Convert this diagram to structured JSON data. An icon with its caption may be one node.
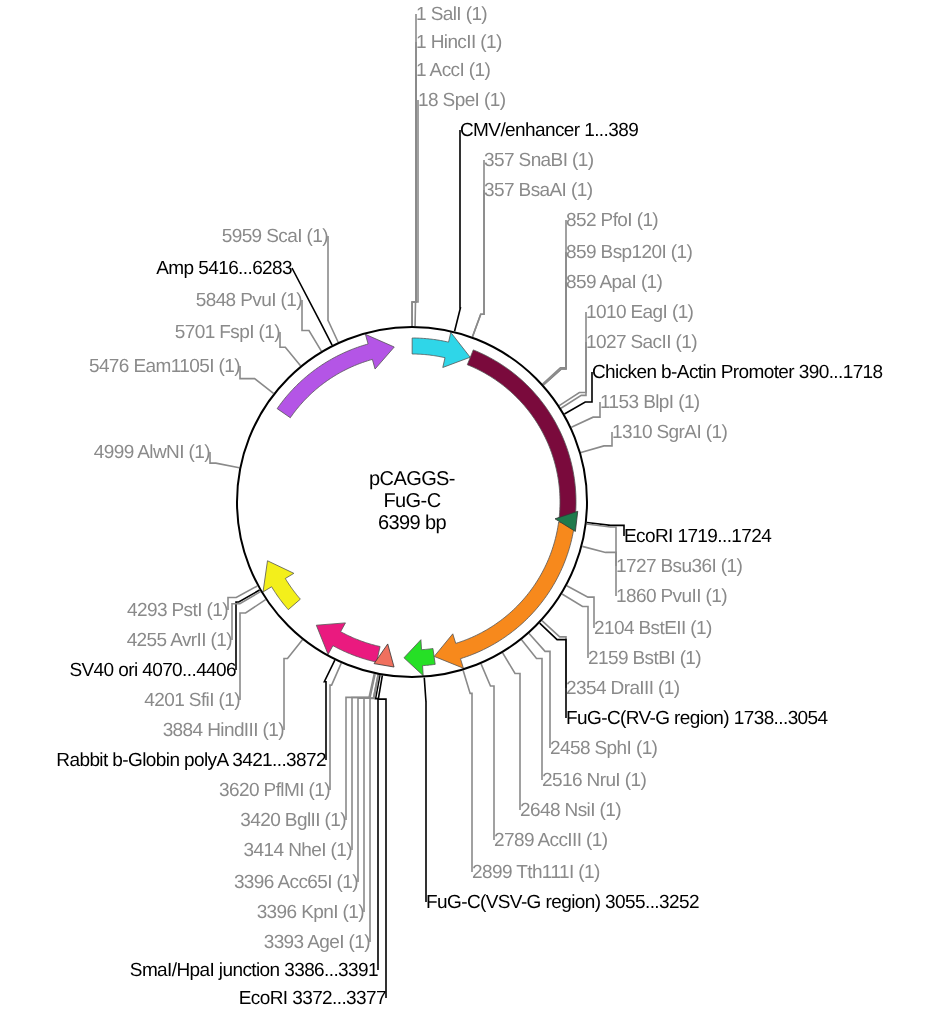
{
  "diagram": {
    "nodes": [
      {
        "text": [
          "pCAGGS-FuG-C",
          "6399 bp"
        ]
      },
      {
        "text": [
          "1 SalI (1)"
        ]
      },
      {
        "text": [
          "1 HincII (1)"
        ]
      },
      {
        "text": [
          "1 AccI (1)"
        ]
      },
      {
        "text": [
          "18 SpeI (1)"
        ]
      },
      {
        "text": [
          "CMV/enhancer 1...389"
        ]
      },
      {
        "text": [
          "357 SnaBI (1)"
        ]
      },
      {
        "text": [
          "357 BsaAI (1)"
        ]
      },
      {
        "text": [
          "852 PfoI (1)"
        ]
      },
      {
        "text": [
          "859 Bsp120I (1)"
        ]
      },
      {
        "text": [
          "859 ApaI (1)"
        ]
      },
      {
        "text": [
          "1010 EagI (1)"
        ]
      },
      {
        "text": [
          "1027 SacII (1)"
        ]
      },
      {
        "text": [
          "Chicken b-Actin Promoter 390...1718"
        ]
      },
      {
        "text": [
          "1153 BlpI (1)"
        ]
      },
      {
        "text": [
          "1310 SgrAI (1)"
        ]
      },
      {
        "text": [
          "EcoRI 1719...1724"
        ]
      },
      {
        "text": [
          "1727 Bsu36I (1)"
        ]
      },
      {
        "text": [
          "1860 PvuII (1)"
        ]
      },
      {
        "text": [
          "2104 BstEII (1)"
        ]
      },
      {
        "text": [
          "2159 BstBI (1)"
        ]
      },
      {
        "text": [
          "2354 DraIII (1)"
        ]
      },
      {
        "text": [
          "FuG-C(RV-G region) 1738...3054"
        ]
      },
      {
        "text": [
          "2458 SphI (1)"
        ]
      },
      {
        "text": [
          "2516 NruI (1)"
        ]
      },
      {
        "text": [
          "2648 NsiI (1)"
        ]
      },
      {
        "text": [
          "2789 AccIII (1)"
        ]
      },
      {
        "text": [
          "2899 Tth111I (1)"
        ]
      },
      {
        "text": [
          "FuG-C(VSV-G region) 3055...3252"
        ]
      },
      {
        "text": [
          "EcoRI 3372...3377"
        ]
      },
      {
        "text": [
          "SmaI/HpaI junction 3386...3391"
        ]
      },
      {
        "text": [
          "3393 AgeI (1)"
        ]
      },
      {
        "text": [
          "3396 KpnI (1)"
        ]
      },
      {
        "text": [
          "3396 Acc65I (1)"
        ]
      },
      {
        "text": [
          "3414 NheI (1)"
        ]
      },
      {
        "text": [
          "3420 BglII (1)"
        ]
      },
      {
        "text": [
          "3620 PflMI (1)"
        ]
      },
      {
        "text": [
          "Rabbit b-Globin polyA 3421...3872"
        ]
      },
      {
        "text": [
          "3884 HindIII (1)"
        ]
      },
      {
        "text": [
          "4201 SfiI (1)"
        ]
      },
      {
        "text": [
          "SV40 ori 4070...4406"
        ]
      },
      {
        "text": [
          "4255 AvrII (1)"
        ]
      },
      {
        "text": [
          "4293 PstI (1)"
        ]
      },
      {
        "text": [
          "4999 AlwNI (1)"
        ]
      },
      {
        "text": [
          "5476 Eam1105I (1)"
        ]
      },
      {
        "text": [
          "5701 FspI (1)"
        ]
      },
      {
        "text": [
          "5848 PvuI (1)"
        ]
      },
      {
        "text": [
          "Amp 5416...6283"
        ]
      },
      {
        "text": [
          "5959 ScaI (1)"
        ]
      }
    ],
    "edges": [
      {
        "from": 1,
        "to": 0,
        "arrow": "none"
      },
      {
        "from": 2,
        "to": 0,
        "arrow": "none"
      },
      {
        "from": 3,
        "to": 0,
        "arrow": "none"
      },
      {
        "from": 4,
        "to": 0,
        "arrow": "none"
      },
      {
        "from": 5,
        "to": 0,
        "arrow": "none",
        "color": "#000000"
      },
      {
        "from": 6,
        "to": 0,
        "arrow": "none"
      },
      {
        "from": 7,
        "to": 0,
        "arrow": "none"
      },
      {
        "from": 8,
        "to": 0,
        "arrow": "none"
      },
      {
        "from": 9,
        "to": 0,
        "arrow": "none"
      },
      {
        "from": 10,
        "to": 0,
        "arrow": "none"
      },
      {
        "from": 11,
        "to": 0,
        "arrow": "none"
      },
      {
        "from": 12,
        "to": 0,
        "arrow": "none"
      },
      {
        "from": 13,
        "to": 0,
        "arrow": "none",
        "color": "#000000"
      },
      {
        "from": 14,
        "to": 0,
        "arrow": "none"
      },
      {
        "from": 15,
        "to": 0,
        "arrow": "none"
      },
      {
        "from": 16,
        "to": 0,
        "arrow": "none",
        "color": "#000000"
      },
      {
        "from": 17,
        "to": 0,
        "arrow": "none"
      },
      {
        "from": 18,
        "to": 0,
        "arrow": "none"
      },
      {
        "from": 19,
        "to": 0,
        "arrow": "none"
      },
      {
        "from": 20,
        "to": 0,
        "arrow": "none"
      },
      {
        "from": 21,
        "to": 0,
        "arrow": "none"
      },
      {
        "from": 22,
        "to": 0,
        "arrow": "none",
        "color": "#000000"
      },
      {
        "from": 23,
        "to": 0,
        "arrow": "none"
      },
      {
        "from": 24,
        "to": 0,
        "arrow": "none"
      },
      {
        "from": 25,
        "to": 0,
        "arrow": "none"
      },
      {
        "from": 26,
        "to": 0,
        "arrow": "none"
      },
      {
        "from": 27,
        "to": 0,
        "arrow": "none"
      },
      {
        "from": 28,
        "to": 0,
        "arrow": "none",
        "color": "#000000"
      },
      {
        "from": 29,
        "to": 0,
        "arrow": "none",
        "color": "#000000"
      },
      {
        "from": 30,
        "to": 0,
        "arrow": "none",
        "color": "#000000"
      },
      {
        "from": 31,
        "to": 0,
        "arrow": "none"
      },
      {
        "from": 32,
        "to": 0,
        "arrow": "none"
      },
      {
        "from": 33,
        "to": 0,
        "arrow": "none"
      },
      {
        "from": 34,
        "to": 0,
        "arrow": "none"
      },
      {
        "from": 35,
        "to": 0,
        "arrow": "none"
      },
      {
        "from": 36,
        "to": 0,
        "arrow": "none"
      },
      {
        "from": 37,
        "to": 0,
        "arrow": "none",
        "color": "#000000"
      },
      {
        "from": 38,
        "to": 0,
        "arrow": "none"
      },
      {
        "from": 39,
        "to": 0,
        "arrow": "none"
      },
      {
        "from": 40,
        "to": 0,
        "arrow": "none",
        "color": "#000000"
      },
      {
        "from": 41,
        "to": 0,
        "arrow": "none"
      },
      {
        "from": 42,
        "to": 0,
        "arrow": "none"
      },
      {
        "from": 43,
        "to": 0,
        "arrow": "none"
      },
      {
        "from": 44,
        "to": 0,
        "arrow": "none"
      },
      {
        "from": 45,
        "to": 0,
        "arrow": "none"
      },
      {
        "from": 46,
        "to": 0,
        "arrow": "none"
      },
      {
        "from": 47,
        "to": 0,
        "arrow": "none",
        "color": "#000000"
      },
      {
        "from": 48,
        "to": 0,
        "arrow": "none"
      }
    ]
  }
}
